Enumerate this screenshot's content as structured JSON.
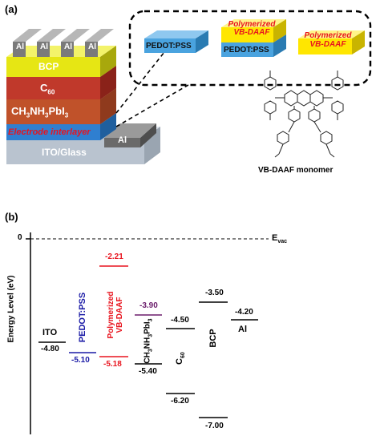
{
  "panel_a": {
    "label": "(a)",
    "layers": {
      "al_top": "Al",
      "bcp": "BCP",
      "c60": "C",
      "c60_sub": "60",
      "perovskite_main": "CH",
      "perovskite_sub1": "3",
      "perovskite_mid": "NH",
      "perovskite_sub2": "3",
      "perovskite_end": "PbI",
      "perovskite_sub3": "3",
      "interlayer": "Electrode interlayer",
      "al_side": "Al",
      "ito": "ITO/Glass"
    },
    "inset": {
      "pedot": "PEDOT:PSS",
      "stack_top_line1": "Polymerized",
      "stack_top_line2": "VB-DAAF",
      "stack_bottom": "PEDOT:PSS",
      "solo_line1": "Polymerized",
      "solo_line2": "VB-DAAF"
    },
    "monomer_caption": "VB-DAAF monomer",
    "colors": {
      "al": "#8a8a8a",
      "bcp": "#e6e614",
      "c60": "#c0392b",
      "perovskite": "#c0522a",
      "interlayer": "#2f7fd0",
      "ito": "#b9c3cf",
      "pedot": "#4aa3df",
      "polymer": "#ffe600",
      "polymer_text": "#e8141e"
    }
  },
  "panel_b": {
    "label": "(b)",
    "y_axis_label": "Energy Level (eV)",
    "zero_label": "0",
    "evac_main": "E",
    "evac_sub": "vac",
    "levels": [
      {
        "name": "ITO",
        "values": [
          "-4.80"
        ],
        "color": "#000000"
      },
      {
        "name": "PEDOT:PSS",
        "values": [
          "-5.10"
        ],
        "color": "#1a1aa6"
      },
      {
        "name_line1": "Polymerized",
        "name_line2": "VB-DAAF",
        "values": [
          "-2.21",
          "-5.18"
        ],
        "color": "#e8141e"
      },
      {
        "name": "CH3NH3PbI3",
        "values": [
          "-3.90",
          "-5.40"
        ],
        "color": "#6b1d6b"
      },
      {
        "name": "C60",
        "values": [
          "-4.50",
          "-6.20"
        ],
        "color": "#000000"
      },
      {
        "name": "BCP",
        "values": [
          "-3.50",
          "-7.00"
        ],
        "color": "#000000"
      },
      {
        "name": "Al",
        "values": [
          "-4.20"
        ],
        "color": "#000000"
      }
    ],
    "text": {
      "ito": "ITO",
      "ito_v": "-4.80",
      "pedot": "PEDOT:PSS",
      "pedot_v": "-5.10",
      "poly1": "Polymerized",
      "poly2": "VB-DAAF",
      "poly_lumo": "-2.21",
      "poly_homo": "-5.18",
      "pero_a": "CH",
      "pero_b": "3",
      "pero_c": "NH",
      "pero_d": "3",
      "pero_e": "PbI",
      "pero_f": "3",
      "pero_lumo": "-3.90",
      "pero_homo": "-5.40",
      "c60": "C",
      "c60_sub": "60",
      "c60_lumo": "-4.50",
      "c60_homo": "-6.20",
      "bcp": "BCP",
      "bcp_lumo": "-3.50",
      "bcp_homo": "-7.00",
      "al": "Al",
      "al_v": "-4.20"
    }
  }
}
